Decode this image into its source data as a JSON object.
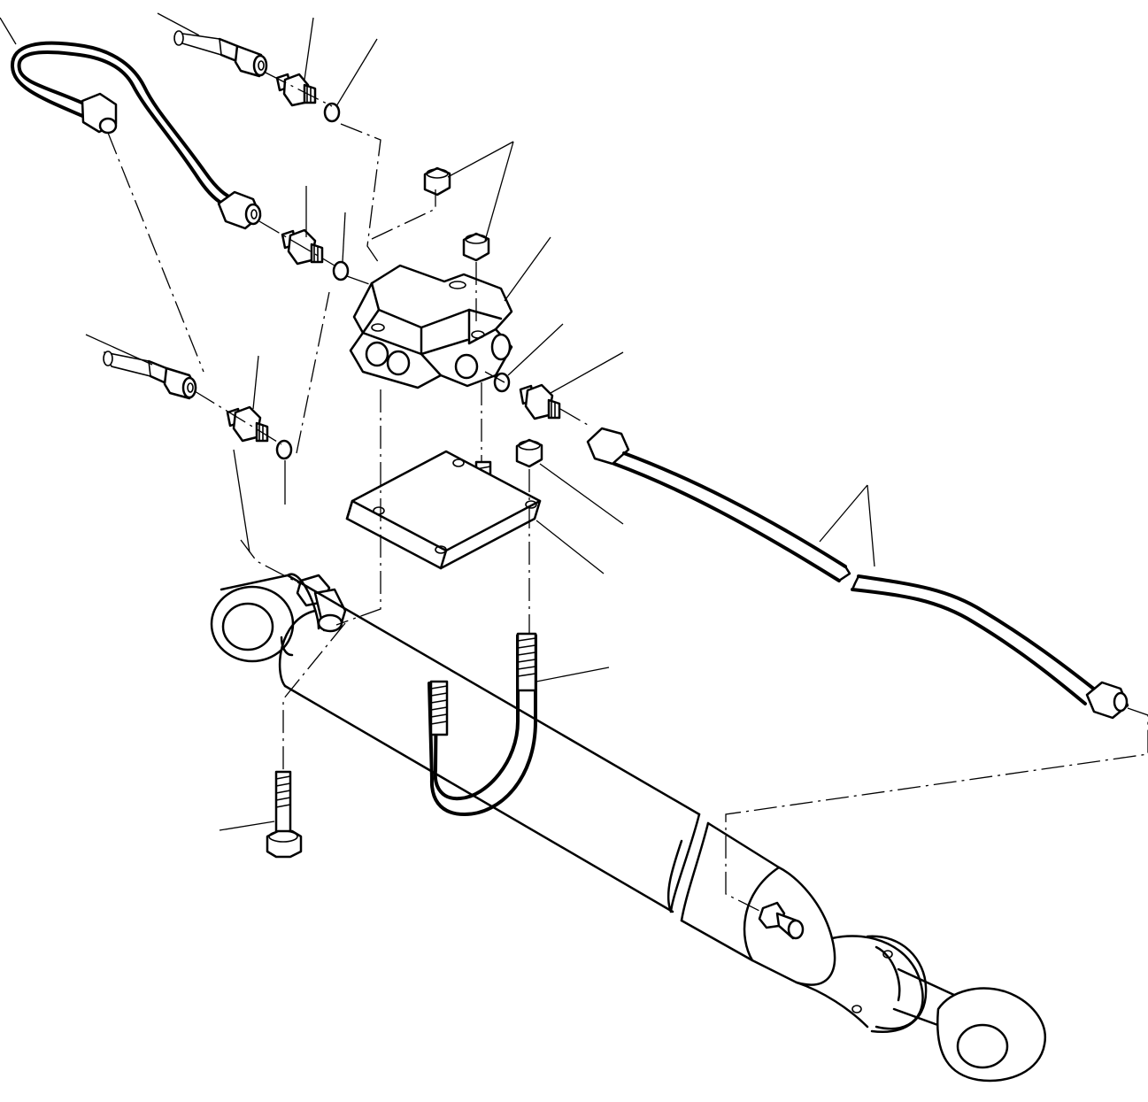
{
  "figure": {
    "type": "exploded parts diagram",
    "line_color": "#000000",
    "background": "#ffffff",
    "parts": [
      "hose-upper-left",
      "tube-upper-left-loop",
      "connector-upper",
      "oring-upper",
      "connector-middle",
      "oring-middle",
      "hose-middle-left",
      "connector-lower",
      "oring-lower",
      "nut-upper-a",
      "nut-upper-b",
      "valve-block",
      "oring-right",
      "connector-right",
      "nut-right",
      "mounting-plate",
      "stud",
      "tube-long-right",
      "elbow-fitting",
      "hydraulic-cylinder",
      "u-bolt",
      "hex-bolt",
      "cylinder-port-fitting"
    ],
    "callout_count": 16
  }
}
